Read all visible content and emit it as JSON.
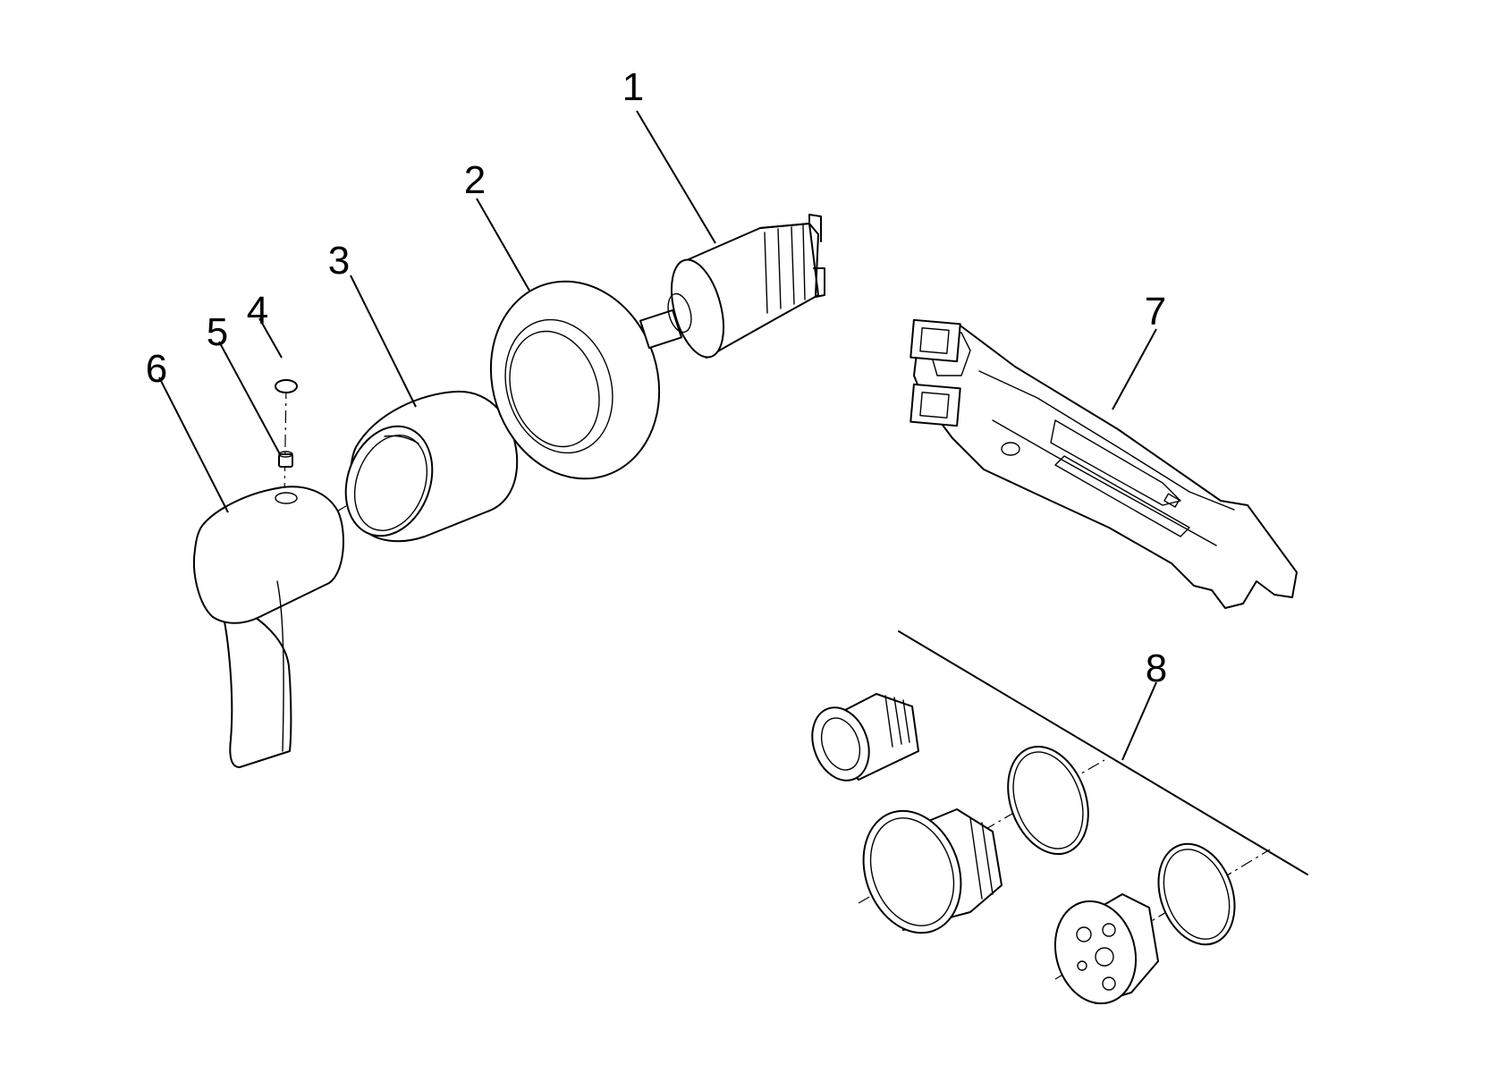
{
  "diagram": {
    "type": "exploded-parts-diagram",
    "callouts": [
      {
        "id": "1",
        "label": "1"
      },
      {
        "id": "2",
        "label": "2"
      },
      {
        "id": "3",
        "label": "3"
      },
      {
        "id": "4",
        "label": "4"
      },
      {
        "id": "5",
        "label": "5"
      },
      {
        "id": "6",
        "label": "6"
      },
      {
        "id": "7",
        "label": "7"
      },
      {
        "id": "8",
        "label": "8"
      }
    ]
  }
}
